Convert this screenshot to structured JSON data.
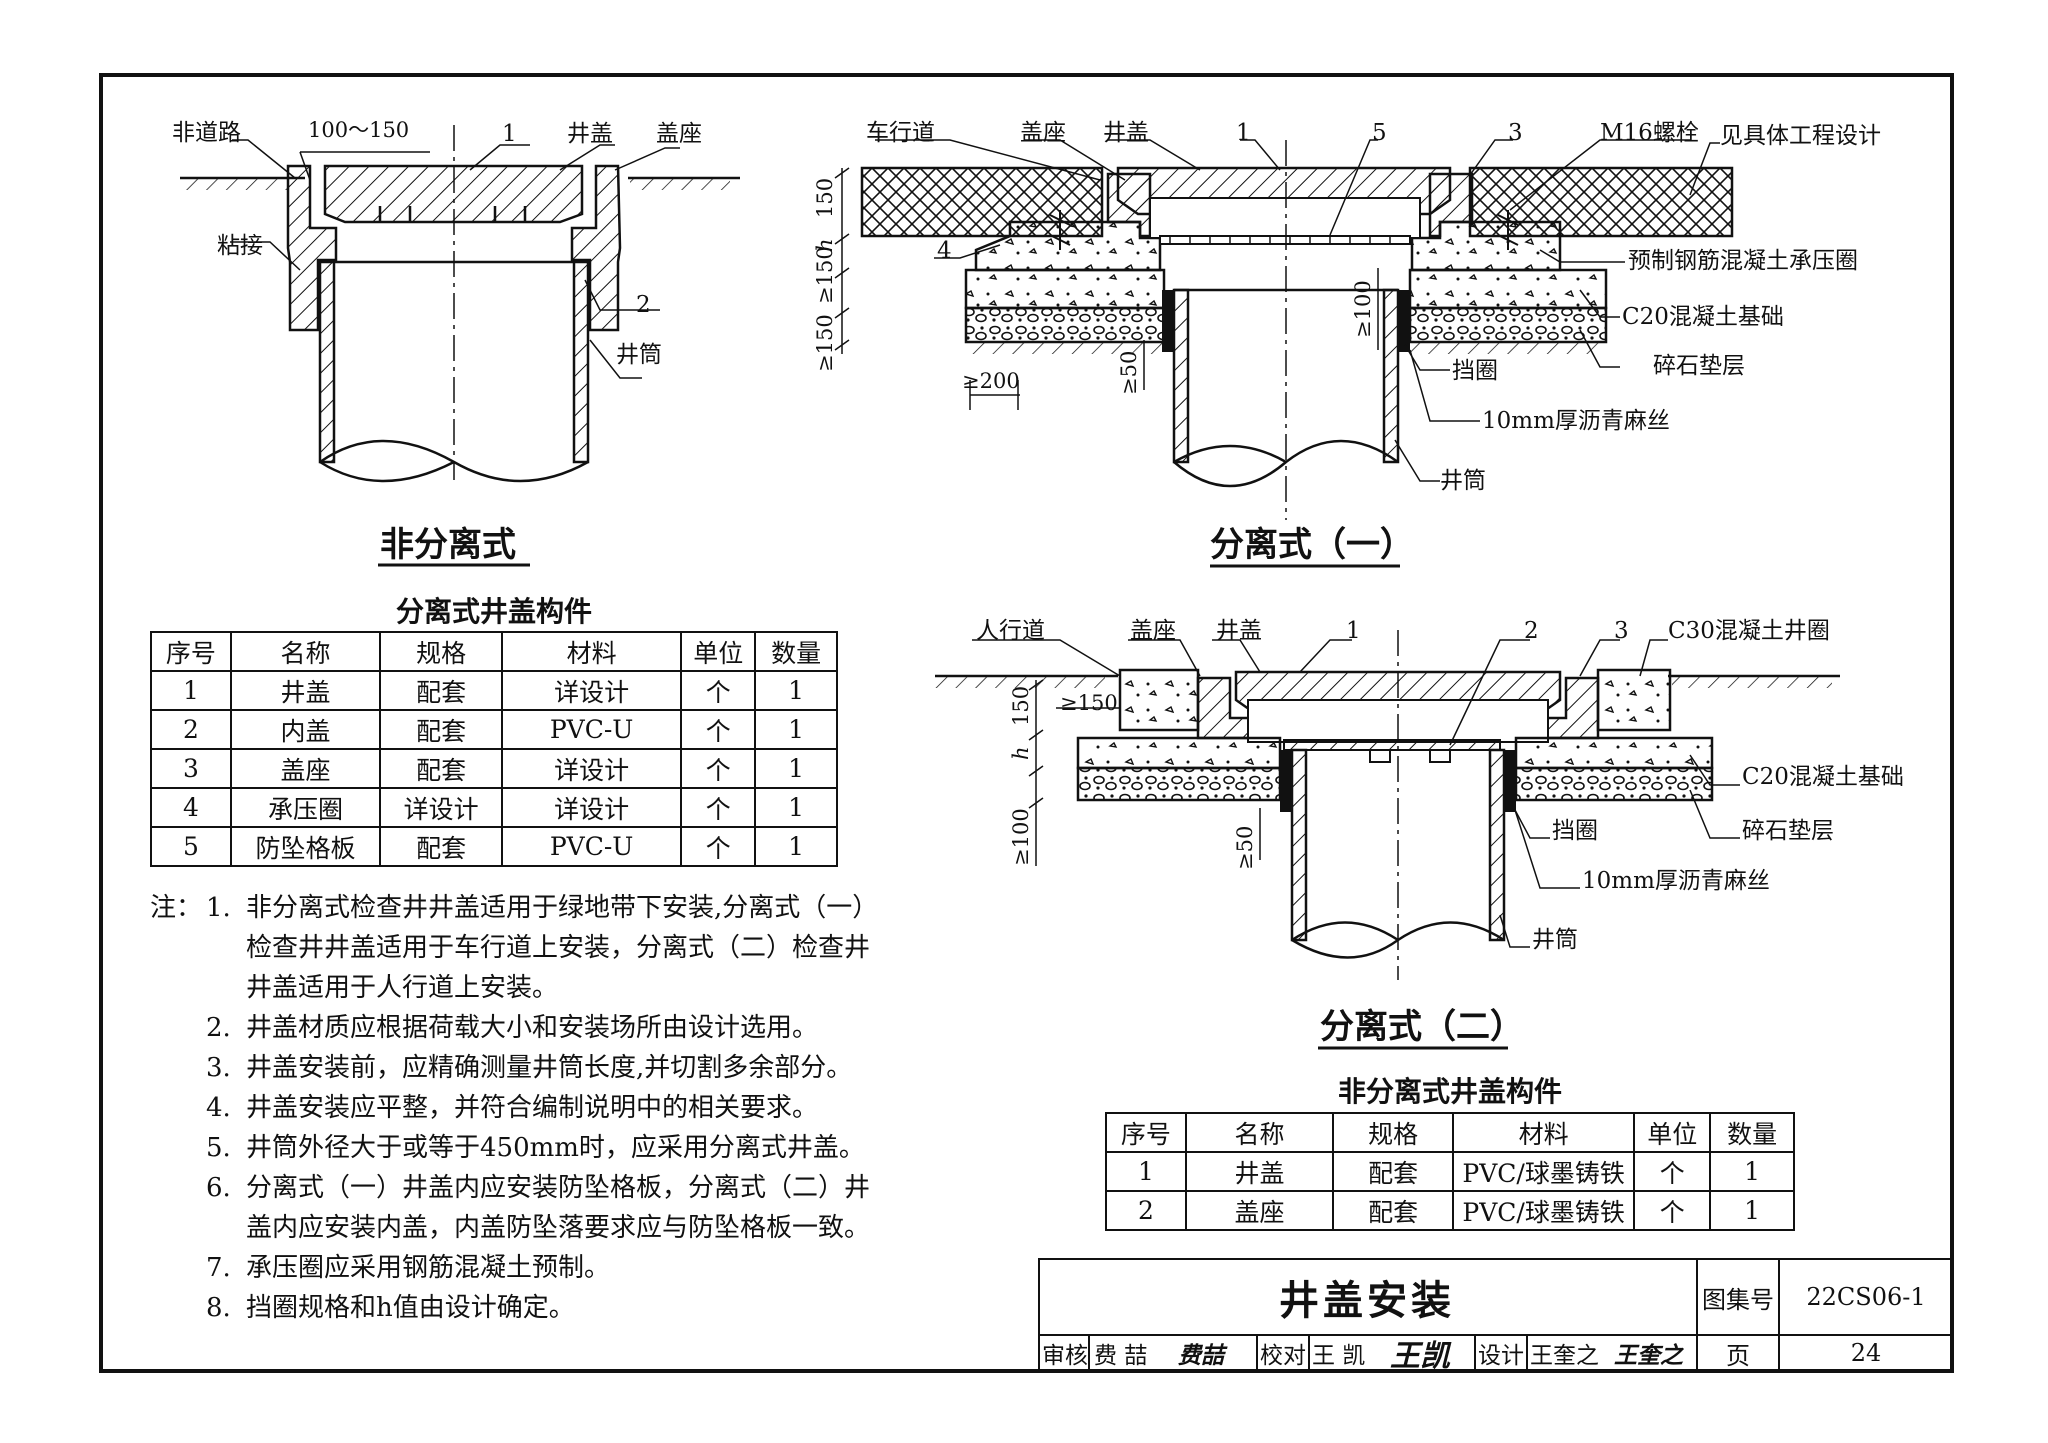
{
  "drawing": {
    "detail_non_separated": {
      "caption": "非分离式",
      "labels": {
        "road": "非道路",
        "gap": "100～150",
        "item1": "1",
        "cover": "井盖",
        "seat": "盖座",
        "glue": "粘接",
        "item2": "2",
        "shaft": "井筒"
      }
    },
    "detail_sep1": {
      "caption": "分离式（一）",
      "labels": {
        "road": "车行道",
        "seat": "盖座",
        "cover": "井盖",
        "item1": "1",
        "item5": "5",
        "item3": "3",
        "bolt": "M16螺栓",
        "see": "见具体工程设计",
        "item4": "4",
        "ring": "预制钢筋混凝土承压圈",
        "base": "C20混凝土基础",
        "gravel": "碎石垫层",
        "stop": "挡圈",
        "asphalt": "10mm厚沥青麻丝",
        "shaft": "井筒",
        "dim150a": "150",
        "dimh": "h",
        "dim150b": "≥150",
        "dim150c": "≥150",
        "dim100": "≥100",
        "dim50": "≥50",
        "dim200": "≥200"
      }
    },
    "detail_sep2": {
      "caption": "分离式（二）",
      "labels": {
        "road": "人行道",
        "seat": "盖座",
        "cover": "井盖",
        "item1": "1",
        "item2": "2",
        "item3": "3",
        "ring": "C30混凝土井圈",
        "dim150": "≥150",
        "dim150a": "150",
        "dimh": "h",
        "dim100": "≥100",
        "dim50": "≥50",
        "base": "C20混凝土基础",
        "gravel": "碎石垫层",
        "stop": "挡圈",
        "asphalt": "10mm厚沥青麻丝",
        "shaft": "井筒"
      }
    }
  },
  "table_separated": {
    "title": "分离式井盖构件",
    "headers": [
      "序号",
      "名称",
      "规格",
      "材料",
      "单位",
      "数量"
    ],
    "rows": [
      [
        "1",
        "井盖",
        "配套",
        "详设计",
        "个",
        "1"
      ],
      [
        "2",
        "内盖",
        "配套",
        "PVC-U",
        "个",
        "1"
      ],
      [
        "3",
        "盖座",
        "配套",
        "详设计",
        "个",
        "1"
      ],
      [
        "4",
        "承压圈",
        "详设计",
        "详设计",
        "个",
        "1"
      ],
      [
        "5",
        "防坠格板",
        "配套",
        "PVC-U",
        "个",
        "1"
      ]
    ]
  },
  "table_non_separated": {
    "title": "非分离式井盖构件",
    "headers": [
      "序号",
      "名称",
      "规格",
      "材料",
      "单位",
      "数量"
    ],
    "rows": [
      [
        "1",
        "井盖",
        "配套",
        "PVC/球墨铸铁",
        "个",
        "1"
      ],
      [
        "2",
        "盖座",
        "配套",
        "PVC/球墨铸铁",
        "个",
        "1"
      ]
    ]
  },
  "notes": {
    "prefix": "注：",
    "items": [
      {
        "n": "1.",
        "lines": [
          "非分离式检查井井盖适用于绿地带下安装,分离式（一）",
          "检查井井盖适用于车行道上安装，分离式（二）检查井",
          "井盖适用于人行道上安装。"
        ]
      },
      {
        "n": "2.",
        "lines": [
          "井盖材质应根据荷载大小和安装场所由设计选用。"
        ]
      },
      {
        "n": "3.",
        "lines": [
          "井盖安装前，应精确测量井筒长度,并切割多余部分。"
        ]
      },
      {
        "n": "4.",
        "lines": [
          "井盖安装应平整，并符合编制说明中的相关要求。"
        ]
      },
      {
        "n": "5.",
        "lines": [
          "井筒外径大于或等于450mm时，应采用分离式井盖。"
        ]
      },
      {
        "n": "6.",
        "lines": [
          "分离式（一）井盖内应安装防坠格板，分离式（二）井",
          "盖内应安装内盖，内盖防坠落要求应与防坠格板一致。"
        ]
      },
      {
        "n": "7.",
        "lines": [
          "承压圈应采用钢筋混凝土预制。"
        ]
      },
      {
        "n": "8.",
        "lines": [
          "挡圈规格和h值由设计确定。"
        ]
      }
    ]
  },
  "title_block": {
    "title": "井盖安装",
    "atlas_label": "图集号",
    "atlas_no": "22CS06-1",
    "page_label": "页",
    "page_no": "24",
    "review_label": "审核",
    "reviewer": "费 喆",
    "reviewer_sig": "费喆",
    "check_label": "校对",
    "checker": "王 凯",
    "checker_sig": "王凯",
    "design_label": "设计",
    "designer": "王奎之",
    "designer_sig": "王奎之"
  }
}
